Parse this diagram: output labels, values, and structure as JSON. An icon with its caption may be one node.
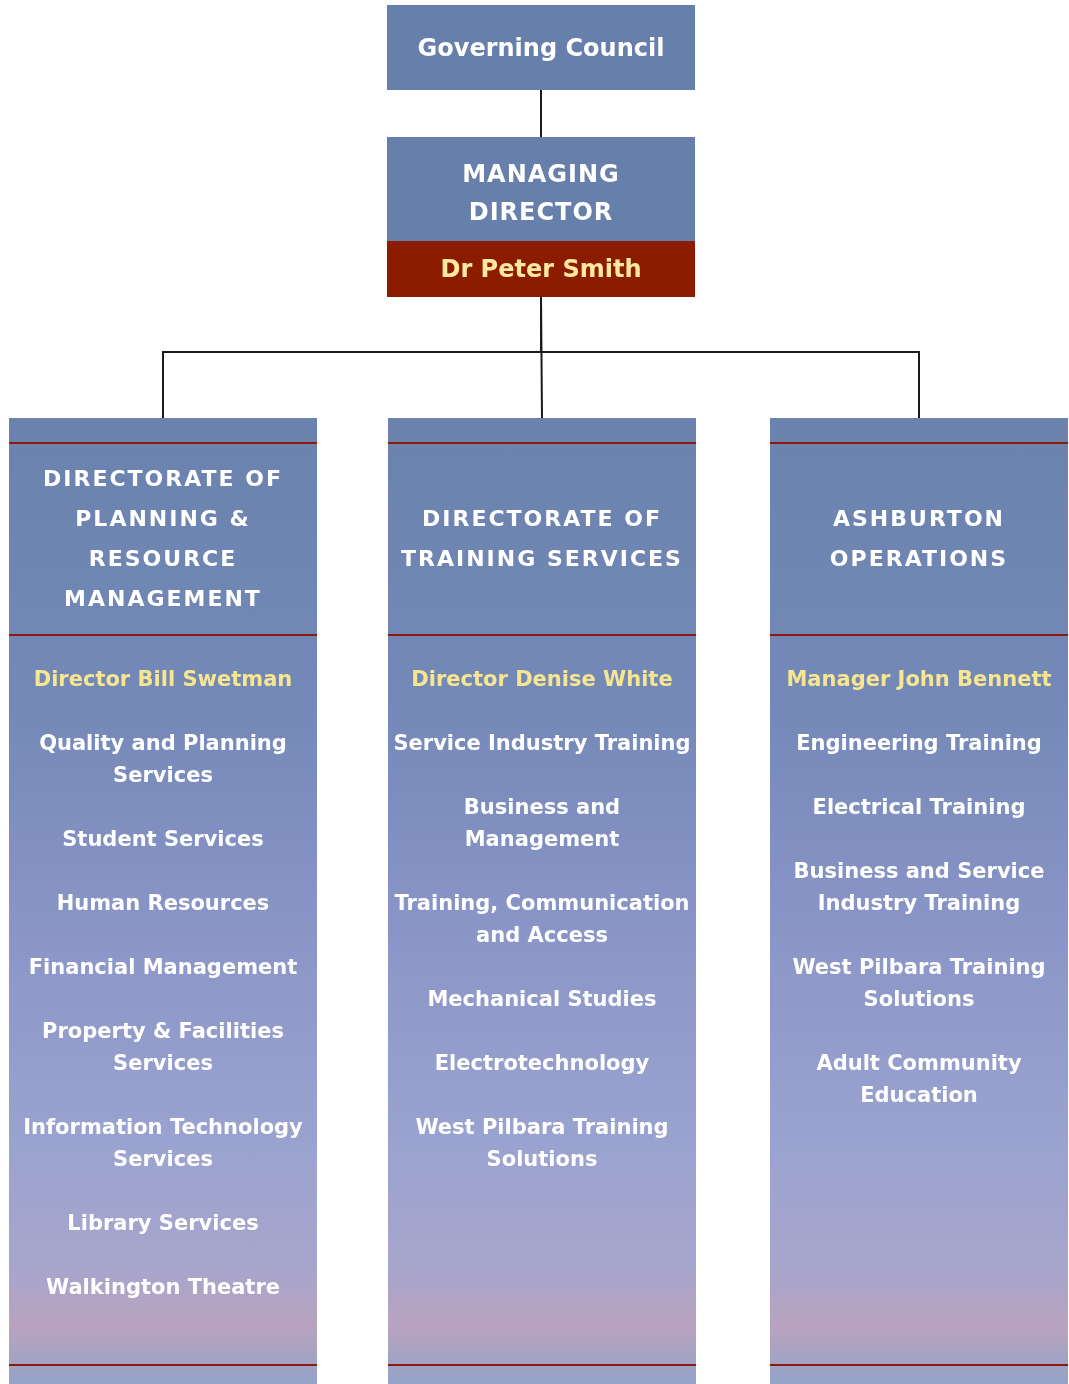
{
  "diagram": {
    "nodes": [
      {
        "text": [
          "Governing Council"
        ]
      },
      {
        "text": [
          "MANAGING DIRECTOR",
          "Dr Peter Smith"
        ]
      },
      {
        "text": [
          "DIRECTORATE OF PLANNING & RESOURCE MANAGEMENT",
          "Director Bill Swetman",
          "Quality and Planning Services",
          "Student Services",
          "Human Resources",
          "Financial Management",
          "Property & Facilities Services",
          "Information Technology Services",
          "Library Services",
          "Walkington Theatre"
        ]
      },
      {
        "text": [
          "DIRECTORATE OF TRAINING SERVICES",
          "Director Denise White",
          "Service Industry Training",
          "Business and Management",
          "Training, Communication and Access",
          "Mechanical Studies",
          "Electrotechnology",
          "West Pilbara Training Solutions"
        ]
      },
      {
        "text": [
          "ASHBURTON OPERATIONS",
          "Manager John Bennett",
          "Engineering Training",
          "Electrical Training",
          "Business and Service Industry Training",
          "West Pilbara Training Solutions",
          "Adult Community Education"
        ]
      }
    ],
    "edges": [
      {
        "from": 0,
        "to": 1,
        "arrow": "none"
      },
      {
        "from": 1,
        "to": 2,
        "arrow": "none"
      },
      {
        "from": 1,
        "to": 3,
        "arrow": "none"
      },
      {
        "from": 1,
        "to": 4,
        "arrow": "none"
      }
    ]
  }
}
